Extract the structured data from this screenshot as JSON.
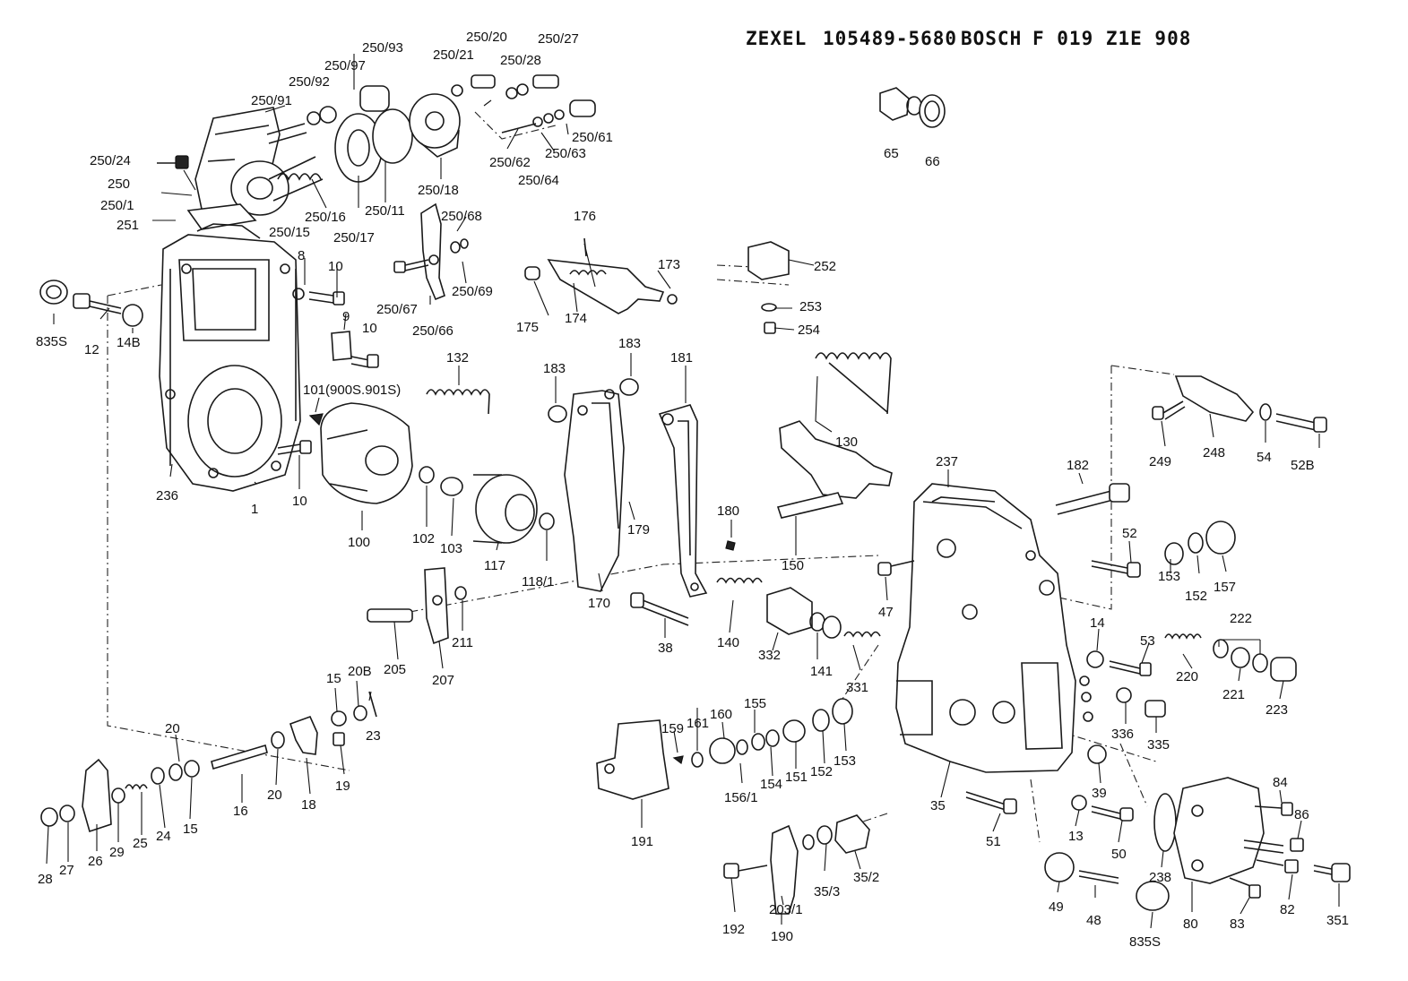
{
  "header": {
    "brand": "ZEXEL",
    "zexel_number": "105489-5680",
    "bosch_label": "BOSCH",
    "bosch_number": "F 019 Z1E 908"
  },
  "labels": [
    {
      "id": "250_93",
      "text": "250/93"
    },
    {
      "id": "250_20",
      "text": "250/20"
    },
    {
      "id": "250_27",
      "text": "250/27"
    },
    {
      "id": "250_21",
      "text": "250/21"
    },
    {
      "id": "250_97",
      "text": "250/97"
    },
    {
      "id": "250_28",
      "text": "250/28"
    },
    {
      "id": "250_92",
      "text": "250/92"
    },
    {
      "id": "250_91",
      "text": "250/91"
    },
    {
      "id": "250_61",
      "text": "250/61"
    },
    {
      "id": "250_62",
      "text": "250/62"
    },
    {
      "id": "250_63",
      "text": "250/63"
    },
    {
      "id": "250_64",
      "text": "250/64"
    },
    {
      "id": "250_24",
      "text": "250/24"
    },
    {
      "id": "250",
      "text": "250"
    },
    {
      "id": "250_1",
      "text": "250/1"
    },
    {
      "id": "251",
      "text": "251"
    },
    {
      "id": "250_18",
      "text": "250/18"
    },
    {
      "id": "250_16",
      "text": "250/16"
    },
    {
      "id": "250_11",
      "text": "250/11"
    },
    {
      "id": "250_15",
      "text": "250/15"
    },
    {
      "id": "250_17",
      "text": "250/17"
    },
    {
      "id": "250_68",
      "text": "250/68"
    },
    {
      "id": "250_69",
      "text": "250/69"
    },
    {
      "id": "250_67",
      "text": "250/67"
    },
    {
      "id": "250_66",
      "text": "250/66"
    },
    {
      "id": "176",
      "text": "176"
    },
    {
      "id": "173",
      "text": "173"
    },
    {
      "id": "175",
      "text": "175"
    },
    {
      "id": "174",
      "text": "174"
    },
    {
      "id": "65",
      "text": "65"
    },
    {
      "id": "66",
      "text": "66"
    },
    {
      "id": "252",
      "text": "252"
    },
    {
      "id": "253",
      "text": "253"
    },
    {
      "id": "254",
      "text": "254"
    },
    {
      "id": "8",
      "text": "8"
    },
    {
      "id": "10a",
      "text": "10"
    },
    {
      "id": "9",
      "text": "9"
    },
    {
      "id": "10b",
      "text": "10"
    },
    {
      "id": "835S_a",
      "text": "835S"
    },
    {
      "id": "12",
      "text": "12"
    },
    {
      "id": "14B",
      "text": "14B"
    },
    {
      "id": "132",
      "text": "132"
    },
    {
      "id": "183a",
      "text": "183"
    },
    {
      "id": "183b",
      "text": "183"
    },
    {
      "id": "181",
      "text": "181"
    },
    {
      "id": "101",
      "text": "101(900S.901S)"
    },
    {
      "id": "130",
      "text": "130"
    },
    {
      "id": "249",
      "text": "249"
    },
    {
      "id": "248",
      "text": "248"
    },
    {
      "id": "54",
      "text": "54"
    },
    {
      "id": "52B",
      "text": "52B"
    },
    {
      "id": "236",
      "text": "236"
    },
    {
      "id": "1",
      "text": "1"
    },
    {
      "id": "10c",
      "text": "10"
    },
    {
      "id": "100",
      "text": "100"
    },
    {
      "id": "102",
      "text": "102"
    },
    {
      "id": "103",
      "text": "103"
    },
    {
      "id": "117",
      "text": "117"
    },
    {
      "id": "118_1",
      "text": "118/1"
    },
    {
      "id": "179",
      "text": "179"
    },
    {
      "id": "170",
      "text": "170"
    },
    {
      "id": "180",
      "text": "180"
    },
    {
      "id": "150",
      "text": "150"
    },
    {
      "id": "237",
      "text": "237"
    },
    {
      "id": "182",
      "text": "182"
    },
    {
      "id": "52",
      "text": "52"
    },
    {
      "id": "153a",
      "text": "153"
    },
    {
      "id": "152a",
      "text": "152"
    },
    {
      "id": "157",
      "text": "157"
    },
    {
      "id": "47",
      "text": "47"
    },
    {
      "id": "211",
      "text": "211"
    },
    {
      "id": "205",
      "text": "205"
    },
    {
      "id": "207",
      "text": "207"
    },
    {
      "id": "38",
      "text": "38"
    },
    {
      "id": "140",
      "text": "140"
    },
    {
      "id": "332",
      "text": "332"
    },
    {
      "id": "141",
      "text": "141"
    },
    {
      "id": "331",
      "text": "331"
    },
    {
      "id": "14",
      "text": "14"
    },
    {
      "id": "53",
      "text": "53"
    },
    {
      "id": "222",
      "text": "222"
    },
    {
      "id": "220",
      "text": "220"
    },
    {
      "id": "221",
      "text": "221"
    },
    {
      "id": "223",
      "text": "223"
    },
    {
      "id": "15a",
      "text": "15"
    },
    {
      "id": "20B",
      "text": "20B"
    },
    {
      "id": "23",
      "text": "23"
    },
    {
      "id": "20a",
      "text": "20"
    },
    {
      "id": "19",
      "text": "19"
    },
    {
      "id": "20b",
      "text": "20"
    },
    {
      "id": "18",
      "text": "18"
    },
    {
      "id": "16",
      "text": "16"
    },
    {
      "id": "159",
      "text": "159"
    },
    {
      "id": "161",
      "text": "161"
    },
    {
      "id": "160",
      "text": "160"
    },
    {
      "id": "155",
      "text": "155"
    },
    {
      "id": "156_1",
      "text": "156/1"
    },
    {
      "id": "154",
      "text": "154"
    },
    {
      "id": "151",
      "text": "151"
    },
    {
      "id": "152b",
      "text": "152"
    },
    {
      "id": "153b",
      "text": "153"
    },
    {
      "id": "336",
      "text": "336"
    },
    {
      "id": "335",
      "text": "335"
    },
    {
      "id": "39",
      "text": "39"
    },
    {
      "id": "35",
      "text": "35"
    },
    {
      "id": "28",
      "text": "28"
    },
    {
      "id": "27",
      "text": "27"
    },
    {
      "id": "26",
      "text": "26"
    },
    {
      "id": "29",
      "text": "29"
    },
    {
      "id": "25",
      "text": "25"
    },
    {
      "id": "24",
      "text": "24"
    },
    {
      "id": "15b",
      "text": "15"
    },
    {
      "id": "191",
      "text": "191"
    },
    {
      "id": "51",
      "text": "51"
    },
    {
      "id": "13",
      "text": "13"
    },
    {
      "id": "50",
      "text": "50"
    },
    {
      "id": "84",
      "text": "84"
    },
    {
      "id": "86",
      "text": "86"
    },
    {
      "id": "238",
      "text": "238"
    },
    {
      "id": "35_3",
      "text": "35/3"
    },
    {
      "id": "35_2",
      "text": "35/2"
    },
    {
      "id": "203_1",
      "text": "203/1"
    },
    {
      "id": "192",
      "text": "192"
    },
    {
      "id": "190",
      "text": "190"
    },
    {
      "id": "49",
      "text": "49"
    },
    {
      "id": "48",
      "text": "48"
    },
    {
      "id": "835S_b",
      "text": "835S"
    },
    {
      "id": "80",
      "text": "80"
    },
    {
      "id": "83",
      "text": "83"
    },
    {
      "id": "82",
      "text": "82"
    },
    {
      "id": "351",
      "text": "351"
    }
  ]
}
